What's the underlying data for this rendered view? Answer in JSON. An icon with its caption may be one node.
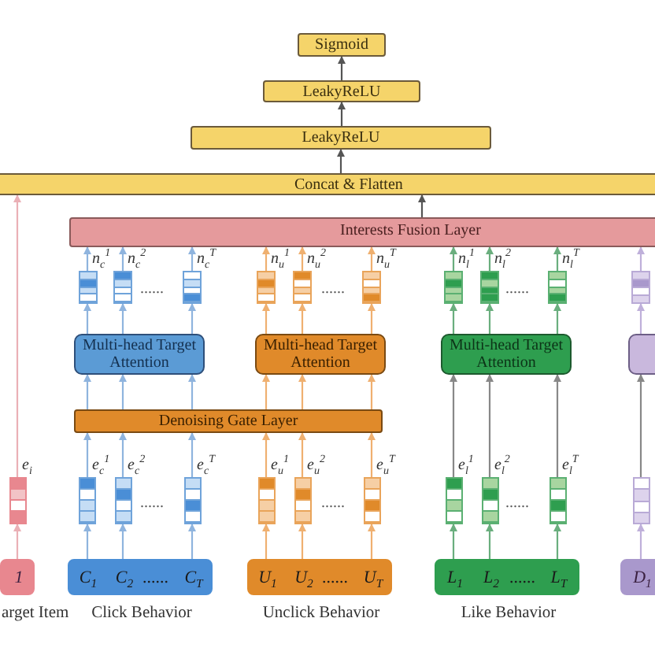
{
  "diagram": {
    "nodes": [
      {
        "text": [
          "Sigmoid"
        ]
      },
      {
        "text": [
          "LeakyReLU"
        ]
      },
      {
        "text": [
          "LeakyReLU"
        ]
      },
      {
        "text": [
          "Concat & Flatten"
        ]
      },
      {
        "text": [
          "Interests Fusion Layer"
        ]
      },
      {
        "text": [],
        "shape": "bar",
        "beside": [
          "n$_{c}$$^{1}$"
        ]
      },
      {
        "text": [],
        "shape": "bar",
        "beside": [
          "n$_{c}$$^{2}$"
        ]
      },
      {
        "text": [],
        "shape": "bar",
        "beside": [
          "n$_{c}$$^{T}$"
        ]
      },
      {
        "text": [],
        "shape": "bar",
        "beside": [
          "n$_{u}$$^{1}$"
        ]
      },
      {
        "text": [],
        "shape": "bar",
        "beside": [
          "n$_{u}$$^{2}$"
        ]
      },
      {
        "text": [],
        "shape": "bar",
        "beside": [
          "n$_{u}$$^{T}$"
        ]
      },
      {
        "text": [],
        "shape": "bar",
        "beside": [
          "n$_{l}$$^{1}$"
        ]
      },
      {
        "text": [],
        "shape": "bar",
        "beside": [
          "n$_{l}$$^{2}$"
        ]
      },
      {
        "text": [],
        "shape": "bar",
        "beside": [
          "n$_{l}$$^{T}$"
        ]
      },
      {
        "text": [],
        "shape": "bar"
      },
      {
        "text": [
          "Multi-head Target Attention"
        ]
      },
      {
        "text": [
          "Multi-head Target Attention"
        ]
      },
      {
        "text": [
          "Multi-head Target Attention"
        ]
      },
      {
        "text": [],
        "shape": "box"
      },
      {
        "text": [
          "Denoising Gate Layer"
        ]
      },
      {
        "text": [],
        "shape": "bar",
        "beside": [
          "e$_{i}$"
        ]
      },
      {
        "text": [],
        "shape": "bar",
        "beside": [
          "e$_{c}$$^{1}$"
        ]
      },
      {
        "text": [],
        "shape": "bar",
        "beside": [
          "e$_{c}$$^{2}$"
        ]
      },
      {
        "text": [],
        "shape": "bar",
        "beside": [
          "e$_{c}$$^{T}$"
        ]
      },
      {
        "text": [],
        "shape": "bar",
        "beside": [
          "e$_{u}$$^{1}$"
        ]
      },
      {
        "text": [],
        "shape": "bar",
        "beside": [
          "e$_{u}$$^{2}$"
        ]
      },
      {
        "text": [],
        "shape": "bar",
        "beside": [
          "e$_{u}$$^{T}$"
        ]
      },
      {
        "text": [],
        "shape": "bar",
        "beside": [
          "e$_{l}$$^{1}$"
        ]
      },
      {
        "text": [],
        "shape": "bar",
        "beside": [
          "e$_{l}$$^{2}$"
        ]
      },
      {
        "text": [],
        "shape": "bar",
        "beside": [
          "e$_{l}$$^{T}$"
        ]
      },
      {
        "text": [],
        "shape": "bar"
      },
      {
        "text": [
          "1"
        ],
        "beside": [
          "arget Item"
        ]
      },
      {
        "text": [
          "C$_{1}$",
          "C$_{2}$",
          "......",
          "C$_{T}$"
        ],
        "beside": [
          "Click Behavior"
        ]
      },
      {
        "text": [
          "U$_{1}$",
          "U$_{2}$",
          "......",
          "U$_{T}$"
        ],
        "beside": [
          "Unclick Behavior"
        ]
      },
      {
        "text": [
          "L$_{1}$",
          "L$_{2}$",
          "......",
          "L$_{T}$"
        ],
        "beside": [
          "Like Behavior"
        ]
      },
      {
        "text": [
          "D$_{1}$"
        ]
      }
    ],
    "edges": [
      {
        "from": 3,
        "to": 2,
        "arrow": "to",
        "color": "#555555"
      },
      {
        "from": 2,
        "to": 1,
        "arrow": "to",
        "color": "#555555"
      },
      {
        "from": 1,
        "to": 0,
        "arrow": "to",
        "color": "#555555"
      },
      {
        "from": 4,
        "to": 3,
        "arrow": "to",
        "color": "#555555"
      },
      {
        "from": 20,
        "to": 3,
        "arrow": "to",
        "color": "#eab0b6"
      },
      {
        "from": 5,
        "to": 4,
        "arrow": "to",
        "color": "#8fb4de"
      },
      {
        "from": 6,
        "to": 4,
        "arrow": "to",
        "color": "#8fb4de"
      },
      {
        "from": 7,
        "to": 4,
        "arrow": "to",
        "color": "#8fb4de"
      },
      {
        "from": 8,
        "to": 4,
        "arrow": "to",
        "color": "#efb070"
      },
      {
        "from": 9,
        "to": 4,
        "arrow": "to",
        "color": "#efb070"
      },
      {
        "from": 10,
        "to": 4,
        "arrow": "to",
        "color": "#efb070"
      },
      {
        "from": 11,
        "to": 4,
        "arrow": "to",
        "color": "#6aae7e"
      },
      {
        "from": 12,
        "to": 4,
        "arrow": "to",
        "color": "#6aae7e"
      },
      {
        "from": 13,
        "to": 4,
        "arrow": "to",
        "color": "#6aae7e"
      },
      {
        "from": 14,
        "to": 4,
        "arrow": "to",
        "color": "#bfb0da"
      },
      {
        "from": 15,
        "to": 5,
        "arrow": "to",
        "color": "#8fb4de"
      },
      {
        "from": 15,
        "to": 6,
        "arrow": "to",
        "color": "#8fb4de"
      },
      {
        "from": 15,
        "to": 7,
        "arrow": "to",
        "color": "#8fb4de"
      },
      {
        "from": 16,
        "to": 8,
        "arrow": "to",
        "color": "#efb070"
      },
      {
        "from": 16,
        "to": 9,
        "arrow": "to",
        "color": "#efb070"
      },
      {
        "from": 16,
        "to": 10,
        "arrow": "to",
        "color": "#efb070"
      },
      {
        "from": 17,
        "to": 11,
        "arrow": "to",
        "color": "#6aae7e"
      },
      {
        "from": 17,
        "to": 12,
        "arrow": "to",
        "color": "#6aae7e"
      },
      {
        "from": 17,
        "to": 13,
        "arrow": "to",
        "color": "#6aae7e"
      },
      {
        "from": 18,
        "to": 14,
        "arrow": "to",
        "color": "#bfb0da"
      },
      {
        "from": 19,
        "to": 15,
        "arrow": "to",
        "color": "#8fb4de"
      },
      {
        "from": 19,
        "to": 15,
        "arrow": "to",
        "color": "#8fb4de"
      },
      {
        "from": 19,
        "to": 15,
        "arrow": "to",
        "color": "#8fb4de"
      },
      {
        "from": 19,
        "to": 16,
        "arrow": "to",
        "color": "#efb070"
      },
      {
        "from": 19,
        "to": 16,
        "arrow": "to",
        "color": "#efb070"
      },
      {
        "from": 19,
        "to": 16,
        "arrow": "to",
        "color": "#efb070"
      },
      {
        "from": 21,
        "to": 19,
        "arrow": "to",
        "color": "#8fb4de"
      },
      {
        "from": 22,
        "to": 19,
        "arrow": "to",
        "color": "#8fb4de"
      },
      {
        "from": 23,
        "to": 19,
        "arrow": "to",
        "color": "#8fb4de"
      },
      {
        "from": 24,
        "to": 19,
        "arrow": "to",
        "color": "#efb070"
      },
      {
        "from": 25,
        "to": 19,
        "arrow": "to",
        "color": "#efb070"
      },
      {
        "from": 26,
        "to": 19,
        "arrow": "to",
        "color": "#efb070"
      },
      {
        "from": 27,
        "to": 17,
        "arrow": "to",
        "color": "#888888"
      },
      {
        "from": 28,
        "to": 17,
        "arrow": "to",
        "color": "#888888"
      },
      {
        "from": 29,
        "to": 17,
        "arrow": "to",
        "color": "#888888"
      },
      {
        "from": 30,
        "to": 18,
        "arrow": "to",
        "color": "#888888"
      },
      {
        "from": 31,
        "to": 20,
        "arrow": "to",
        "color": "#eab0b6"
      },
      {
        "from": 32,
        "to": 21,
        "arrow": "to",
        "color": "#8fb4de"
      },
      {
        "from": 32,
        "to": 22,
        "arrow": "to",
        "color": "#8fb4de"
      },
      {
        "from": 32,
        "to": 23,
        "arrow": "to",
        "color": "#8fb4de"
      },
      {
        "from": 33,
        "to": 24,
        "arrow": "to",
        "color": "#efb070"
      },
      {
        "from": 33,
        "to": 25,
        "arrow": "to",
        "color": "#efb070"
      },
      {
        "from": 33,
        "to": 26,
        "arrow": "to",
        "color": "#efb070"
      },
      {
        "from": 34,
        "to": 27,
        "arrow": "to",
        "color": "#6aae7e"
      },
      {
        "from": 34,
        "to": 28,
        "arrow": "to",
        "color": "#6aae7e"
      },
      {
        "from": 34,
        "to": 29,
        "arrow": "to",
        "color": "#6aae7e"
      },
      {
        "from": 35,
        "to": 30,
        "arrow": "to",
        "color": "#bfb0da"
      }
    ],
    "labels": [
      "......",
      "......",
      "......",
      "......",
      "......",
      "......"
    ]
  }
}
